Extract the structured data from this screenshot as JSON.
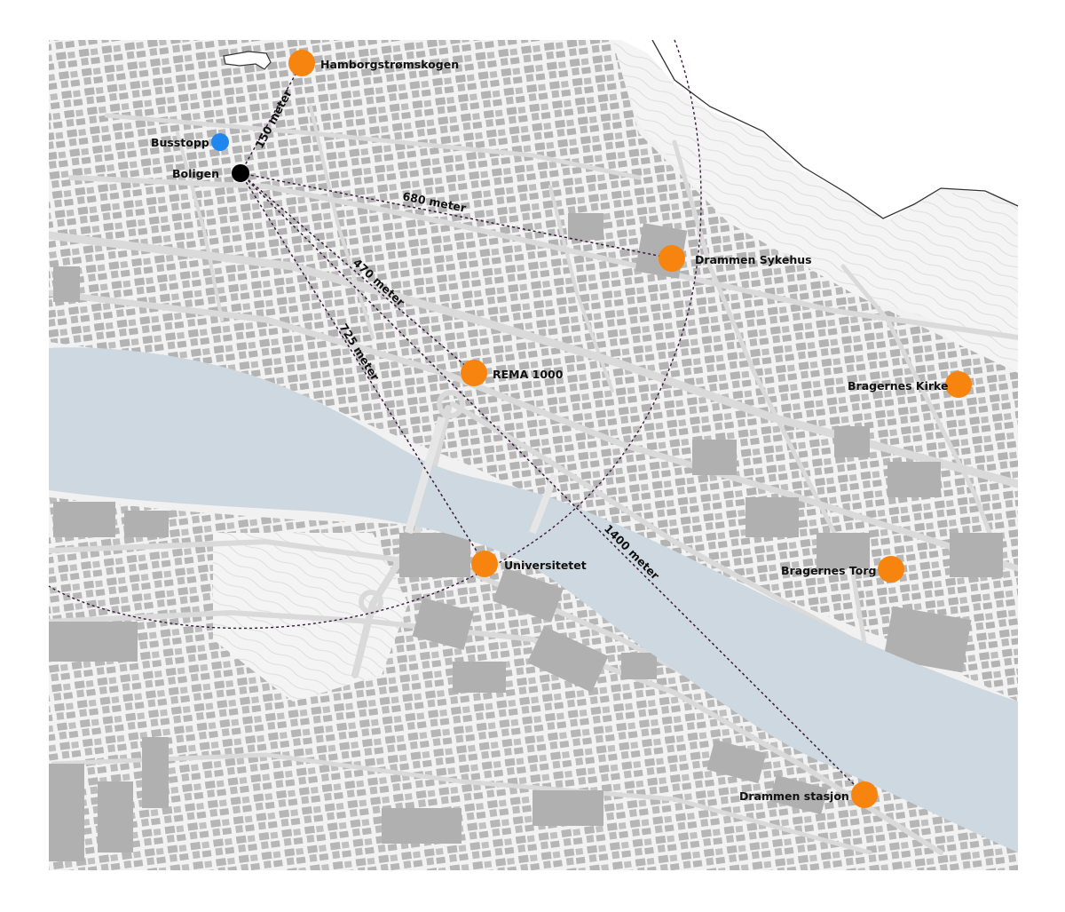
{
  "colors": {
    "poi": "#f7840f",
    "home": "#000000",
    "bus": "#1f87ee",
    "river": "#cfd9e1",
    "building": "#b3b3b3",
    "street": "#dcdcdc",
    "route": "#3a1b3a",
    "background": "#ffffff",
    "land": "#f0f0f0"
  },
  "labels": {
    "home": "Boligen",
    "bus": "Busstopp",
    "hamborg": "Hamborgstrømskogen",
    "sykehus": "Drammen Sykehus",
    "rema": "REMA 1000",
    "kirke": "Bragernes Kirke",
    "torg": "Bragernes Torg",
    "uni": "Universitetet",
    "stasjon": "Drammen stasjon"
  },
  "distances": {
    "d150": "150 meter",
    "d680": "680 meter",
    "d470": "470 meter",
    "d725": "725 meter",
    "d1400": "1400 meter"
  }
}
